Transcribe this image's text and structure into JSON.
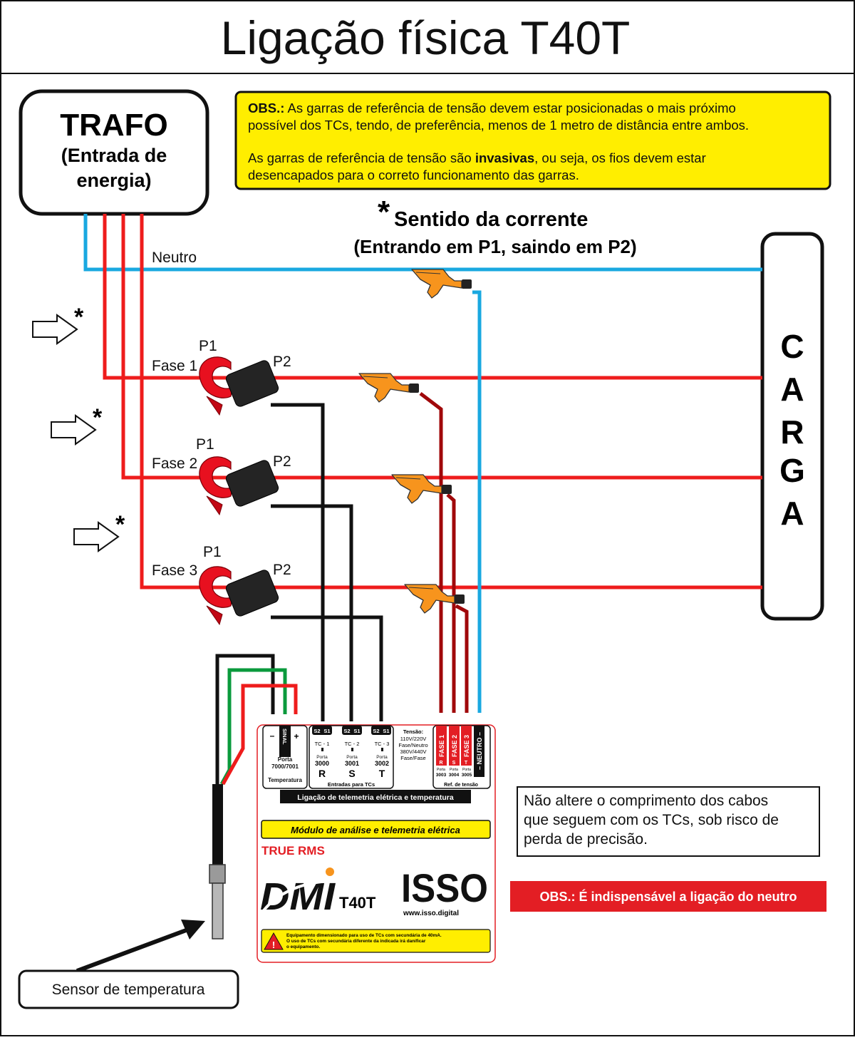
{
  "title": "Ligação física T40T",
  "trafo": {
    "title": "TRAFO",
    "line1": "(Entrada de",
    "line2": "energia)"
  },
  "obs_box": {
    "prefix": "OBS.:",
    "line1": "As garras de referência de tensão devem estar posicionadas o mais próximo",
    "line2": "possível dos TCs, tendo, de preferência, menos de 1 metro de distância entre ambos.",
    "line3_before": "As garras de referência de tensão são ",
    "line3_bold": "invasivas",
    "line3_after": ", ou seja, os fios devem estar",
    "line4": "desencapados para o correto funcionamento das garras."
  },
  "current_direction": {
    "asterisk": "*",
    "line1": "Sentido da corrente",
    "line2": "(Entrando em P1, saindo em P2)"
  },
  "lines": {
    "neutral": "Neutro",
    "phase1": "Fase 1",
    "phase2": "Fase 2",
    "phase3": "Fase 3"
  },
  "ct_labels": {
    "p1": "P1",
    "p2": "P2"
  },
  "load_letters": [
    "C",
    "A",
    "R",
    "G",
    "A"
  ],
  "module": {
    "temp_port": {
      "minus": "–",
      "signal": "SINAL",
      "plus": "+",
      "port_label": "Porta",
      "port_number": "7000/7001",
      "caption": "Temperatura"
    },
    "ct_inputs": [
      {
        "s2": "S2",
        "s1": "S1",
        "name": "TC - 1",
        "port_label": "Porta",
        "port": "3000",
        "phase": "R"
      },
      {
        "s2": "S2",
        "s1": "S1",
        "name": "TC - 2",
        "port_label": "Porta",
        "port": "3001",
        "phase": "S"
      },
      {
        "s2": "S2",
        "s1": "S1",
        "name": "TC - 3",
        "port_label": "Porta",
        "port": "3002",
        "phase": "T"
      }
    ],
    "ct_caption": "Entradas para TCs",
    "voltage_info": [
      "Tensão:",
      "110V/220V",
      "Fase/Neutro",
      "380V/440V",
      "Fase/Fase"
    ],
    "voltage_refs": [
      {
        "label": "FASE 1",
        "letter": "R",
        "port_label": "Porta",
        "port": "3003"
      },
      {
        "label": "FASE 2",
        "letter": "S",
        "port_label": "Porta",
        "port": "3004"
      },
      {
        "label": "FASE 3",
        "letter": "T",
        "port_label": "Porta",
        "port": "3005"
      }
    ],
    "neutral_label": "– NEUTRO –",
    "voltage_caption": "Ref. de tensão",
    "band": "Ligação de telemetria elétrica e temperatura",
    "module_title": "Módulo de análise e telemetria elétrica",
    "true_rms": "TRUE RMS",
    "brand_logo": "DMI",
    "model": "T40T",
    "isso_logo": "ISSO",
    "site": "www.isso.digital",
    "warning_lines": [
      "Equipamento dimensionado para uso de TCs com secundária de 40mA.",
      "O uso de TCs com secundária diferente da indicada irá danificar",
      "o equipamento."
    ]
  },
  "note_cables": [
    "Não altere o comprimento dos cabos",
    "que seguem com os TCs, sob risco de",
    "perda de precisão."
  ],
  "note_neutral": "OBS.: É indispensável a ligação do neutro",
  "sensor_label": "Sensor de temperatura",
  "colors": {
    "neutral_wire": "#1aa8e0",
    "phase_wire": "#ee1c1c",
    "dark_red_wire": "#a0080a",
    "clamp": "#f7941d",
    "obs_fill": "#ffee00",
    "warning_fill": "#e31e24",
    "ct_red": "#e8101f"
  }
}
